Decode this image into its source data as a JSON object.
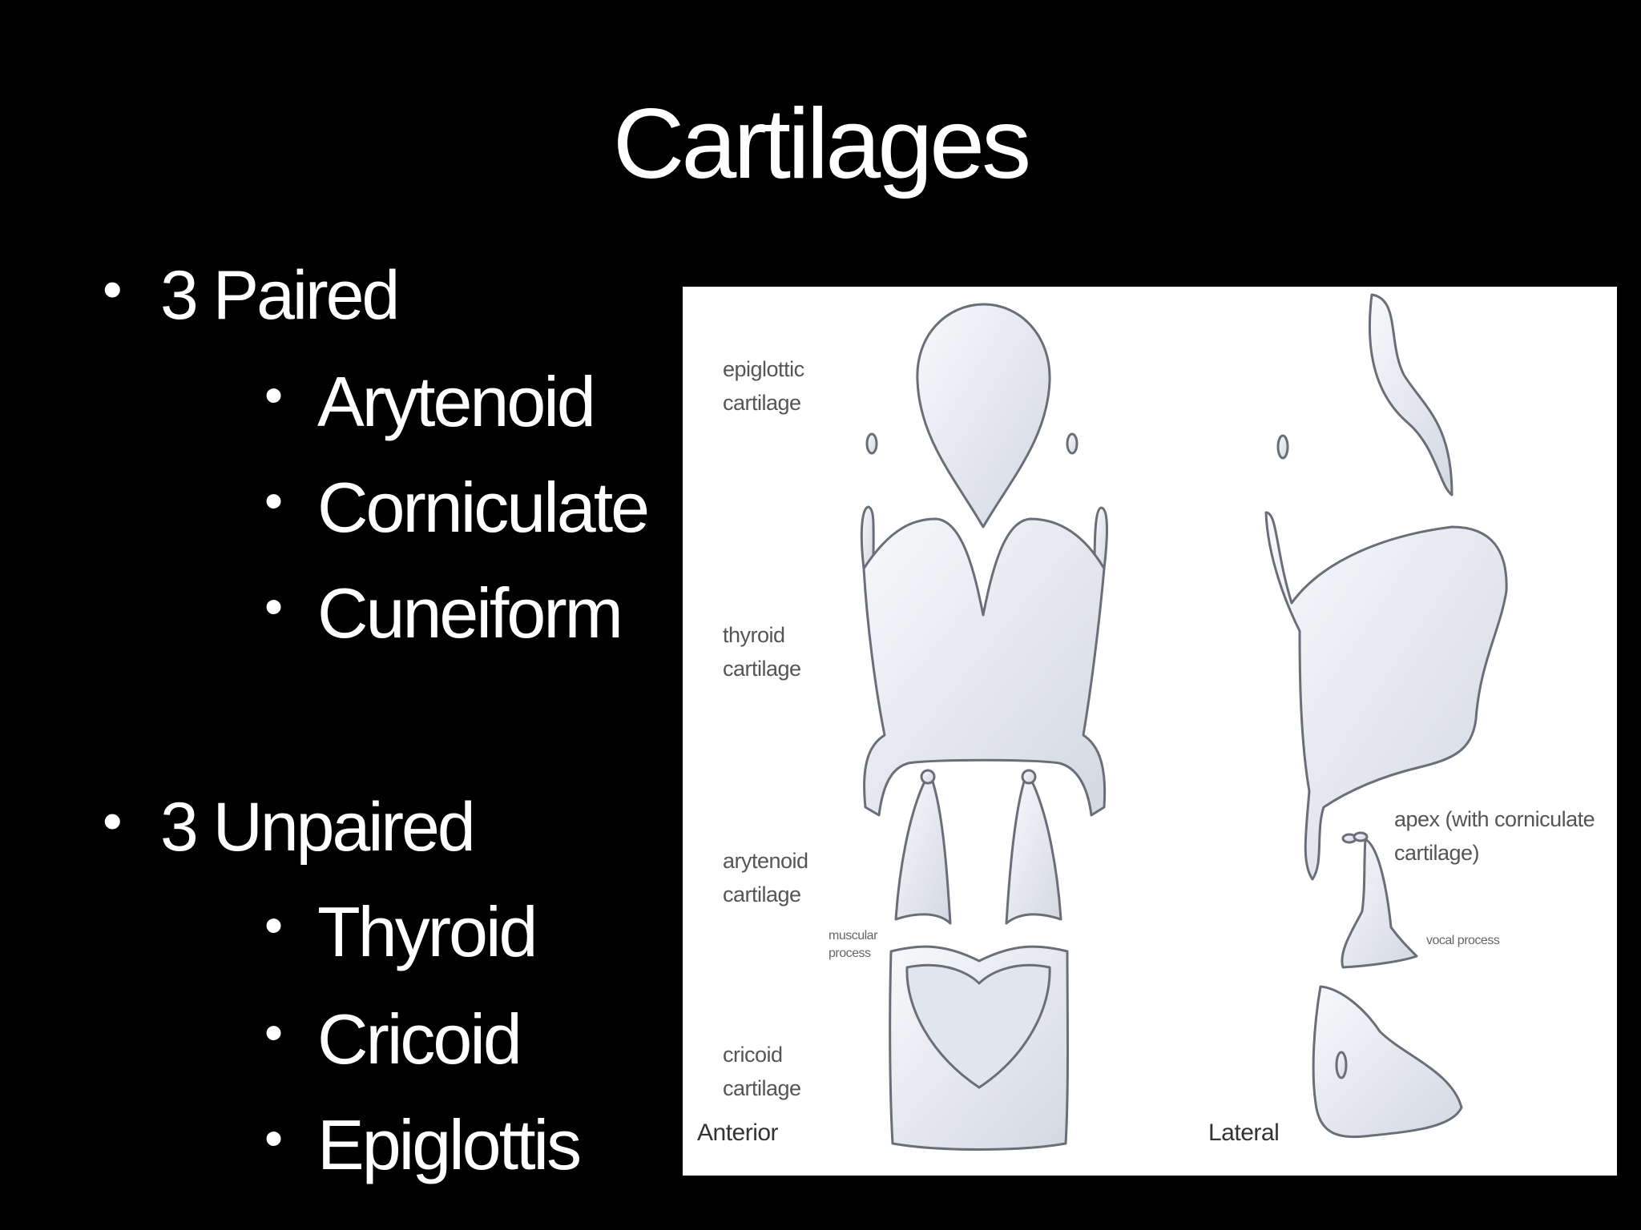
{
  "slide": {
    "title": "Cartilages",
    "groups": [
      {
        "heading": "3 Paired",
        "items": [
          "Arytenoid",
          "Corniculate",
          "Cuneiform"
        ]
      },
      {
        "heading": "3 Unpaired",
        "items": [
          "Thyroid",
          "Cricoid",
          "Epiglottis"
        ]
      }
    ],
    "bullet_glyph": "•"
  },
  "figure": {
    "labels": {
      "epiglottic": [
        "epiglottic",
        "cartilage"
      ],
      "thyroid": [
        "thyroid",
        "cartilage"
      ],
      "arytenoid": [
        "arytenoid",
        "cartilage"
      ],
      "cricoid": [
        "cricoid",
        "cartilage"
      ],
      "muscular_process": [
        "muscular",
        "process"
      ],
      "apex": [
        "apex (with corniculate",
        "cartilage)"
      ],
      "vocal_process": "vocal process"
    },
    "views": {
      "anterior": "Anterior",
      "lateral": "Lateral"
    }
  },
  "colors": {
    "background": "#000000",
    "text": "#ffffff",
    "cartilage_fill": "#e6e9ef",
    "cartilage_stroke": "#6a6e78"
  }
}
